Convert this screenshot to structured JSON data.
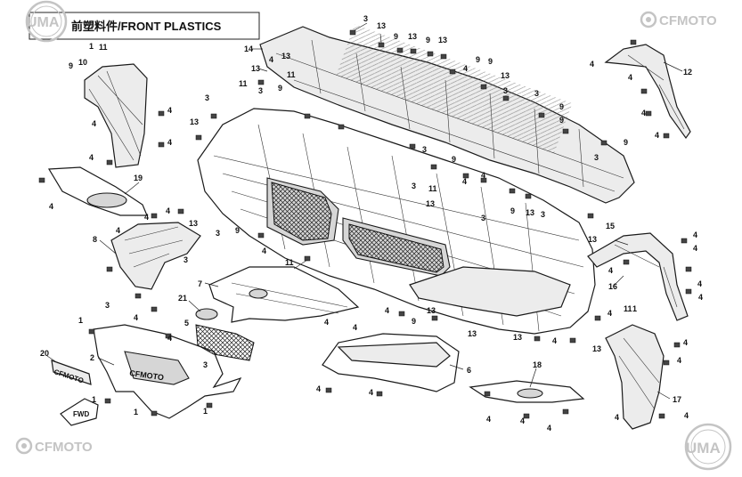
{
  "title": "前塑料件/FRONT PLASTICS",
  "logos": {
    "uma_top": "UMA",
    "uma_bottom": "UMA",
    "cfmoto_top": "CFMOTO",
    "cfmoto_bottom": "CFMOTO"
  },
  "emblem_text": "CFMOTO",
  "emblem_text_2": "CFMOTO",
  "fwd_label": "FWD",
  "callouts": [
    "1",
    "2",
    "3",
    "4",
    "5",
    "6",
    "7",
    "8",
    "9",
    "10",
    "11",
    "12",
    "13",
    "14",
    "15",
    "16",
    "17",
    "18",
    "19",
    "20",
    "21"
  ],
  "colors": {
    "line": "#1a1a1a",
    "watermark": "#c4c4c4",
    "fill": "#ececec"
  }
}
